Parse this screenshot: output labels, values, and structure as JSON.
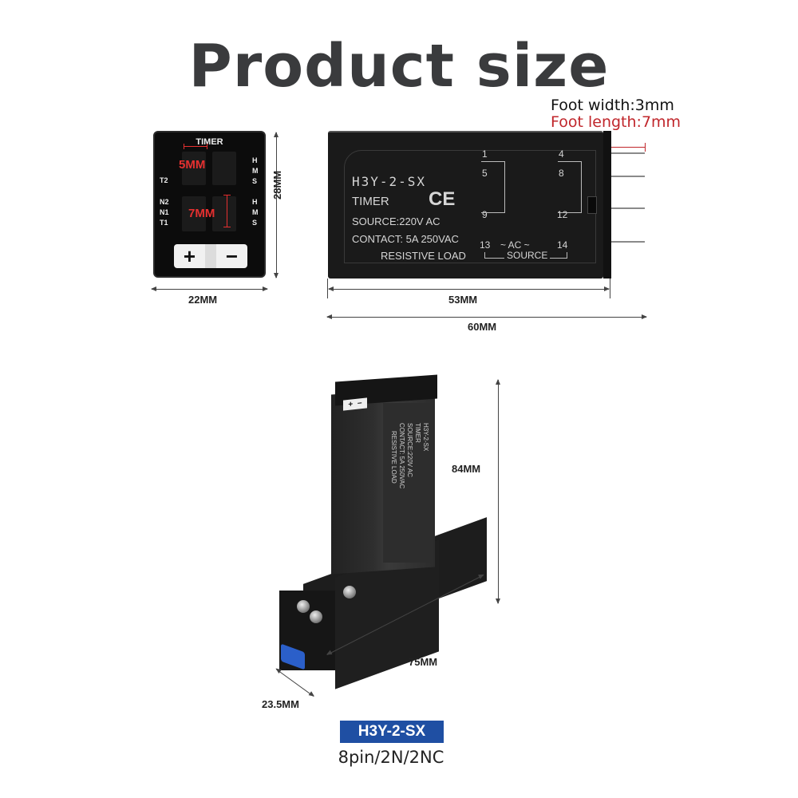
{
  "header": {
    "title": "Product size"
  },
  "annotations": {
    "foot_width": "Foot width:3mm",
    "foot_length": "Foot length:7mm",
    "foot_length_color": "#c0262b"
  },
  "front_view": {
    "label": "TIMER",
    "left_labels_top": [
      "T2"
    ],
    "left_labels_bottom": [
      "N2",
      "N1",
      "T1"
    ],
    "right_labels_top": [
      "H",
      "M",
      "S"
    ],
    "right_labels_bottom": [
      "H",
      "M",
      "S"
    ],
    "digit_width_dim": "5MM",
    "digit_height_dim": "7MM",
    "plus_button": "+",
    "minus_button": "−",
    "width_dim": "22MM",
    "height_dim": "28MM"
  },
  "side_view": {
    "model": "H3Y-2-SX",
    "type": "TIMER",
    "cert": "CE",
    "source": "SOURCE:220V AC",
    "contact": "CONTACT: 5A 250VAC",
    "load": "RESISTIVE LOAD",
    "pins_left": [
      "1",
      "5",
      "9",
      "13"
    ],
    "pins_right": [
      "4",
      "8",
      "12",
      "14"
    ],
    "ac_label": "~ AC ~",
    "source_label": "SOURCE",
    "body_length_dim": "53MM",
    "total_length_dim": "60MM"
  },
  "assembly_view": {
    "height_dim": "84MM",
    "length_dim": "75MM",
    "depth_dim": "23.5MM",
    "relay_text": [
      "H3Y-2-SX",
      "TIMER",
      "SOURCE:220V AC",
      "CONTACT: 5A 250VAC",
      "RESISTIVE LOAD"
    ],
    "plus": "+",
    "minus": "−"
  },
  "footer": {
    "model_badge": "H3Y-2-SX",
    "badge_color": "#1f4fa3",
    "spec": "8pin/2N/2NC"
  }
}
